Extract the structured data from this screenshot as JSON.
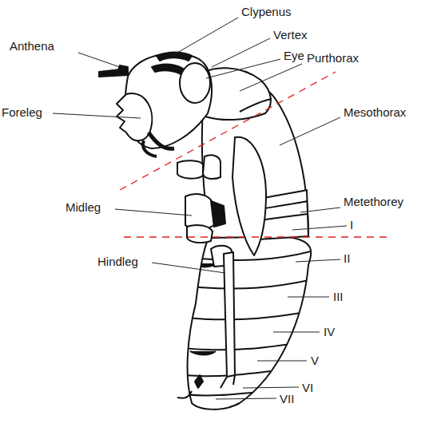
{
  "diagram": {
    "labels": [
      "Clypenus",
      "Vertex",
      "Anthena",
      "Eye",
      "Purthorax",
      "Foreleg",
      "Mesothorax",
      "Metethorey",
      "Midleg",
      "I",
      "Hindleg",
      "II",
      "III",
      "IV",
      "V",
      "VI",
      "VII"
    ]
  }
}
